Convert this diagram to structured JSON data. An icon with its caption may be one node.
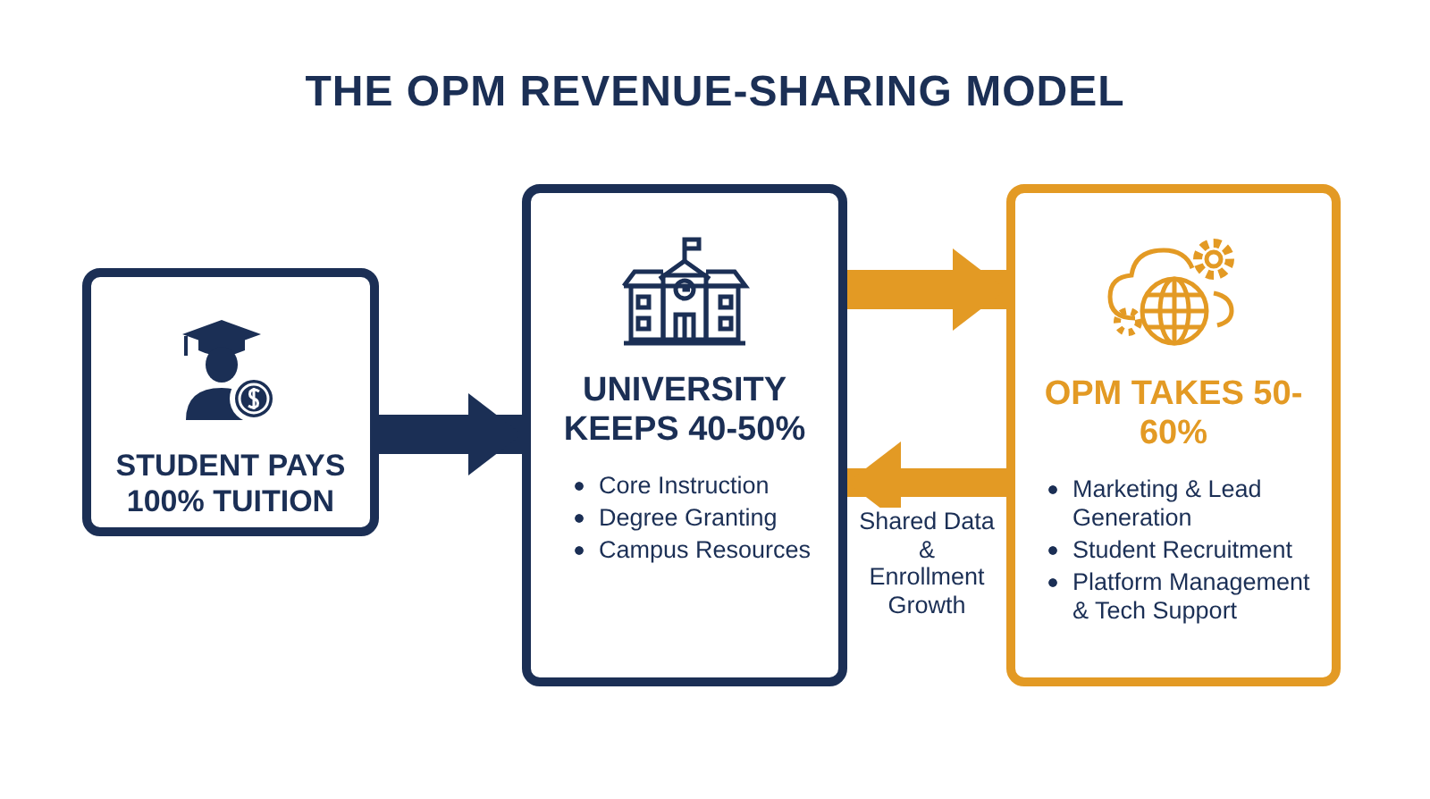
{
  "diagram": {
    "title": "THE OPM REVENUE-SHARING MODEL",
    "nodes": [
      {
        "text": [
          "STUDENT PAYS 100% TUITION"
        ]
      },
      {
        "text": [
          "UNIVERSITY KEEPS 40-50%",
          "Core Instruction",
          "Degree Granting",
          "Campus Resources"
        ]
      },
      {
        "text": [
          "OPM TAKES 50-60%",
          "Marketing & Lead Generation",
          "Student Recruitment",
          "Platform Management & Tech Support"
        ]
      }
    ],
    "edges": [
      {
        "from": 0,
        "to": 1,
        "arrow": "to",
        "color": "#1b2f55"
      },
      {
        "from": 1,
        "to": 2,
        "arrow": "to"
      },
      {
        "from": 2,
        "to": 1,
        "arrow": "to",
        "label": "Shared Data & Enrollment Growth"
      }
    ]
  }
}
